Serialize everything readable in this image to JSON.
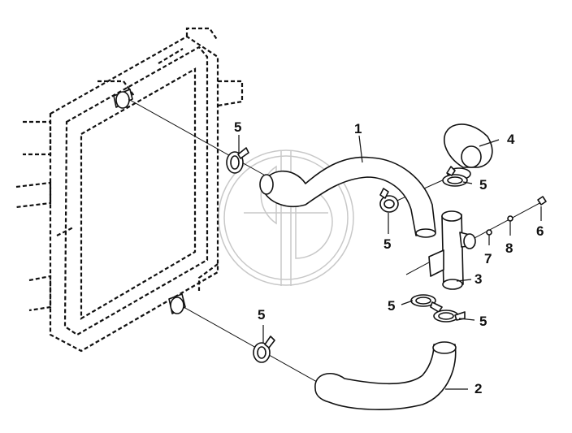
{
  "diagram": {
    "callouts": [
      {
        "id": "c1",
        "label": "1"
      },
      {
        "id": "c2",
        "label": "2"
      },
      {
        "id": "c3",
        "label": "3"
      },
      {
        "id": "c4",
        "label": "4"
      },
      {
        "id": "c5a",
        "label": "5"
      },
      {
        "id": "c5b",
        "label": "5"
      },
      {
        "id": "c5c",
        "label": "5"
      },
      {
        "id": "c5d",
        "label": "5"
      },
      {
        "id": "c5e",
        "label": "5"
      },
      {
        "id": "c5f",
        "label": "5"
      },
      {
        "id": "c6",
        "label": "6"
      },
      {
        "id": "c7",
        "label": "7"
      },
      {
        "id": "c8",
        "label": "8"
      }
    ],
    "colors": {
      "line": "#111111",
      "watermark": "#c8c8c8",
      "background": "#ffffff"
    }
  }
}
